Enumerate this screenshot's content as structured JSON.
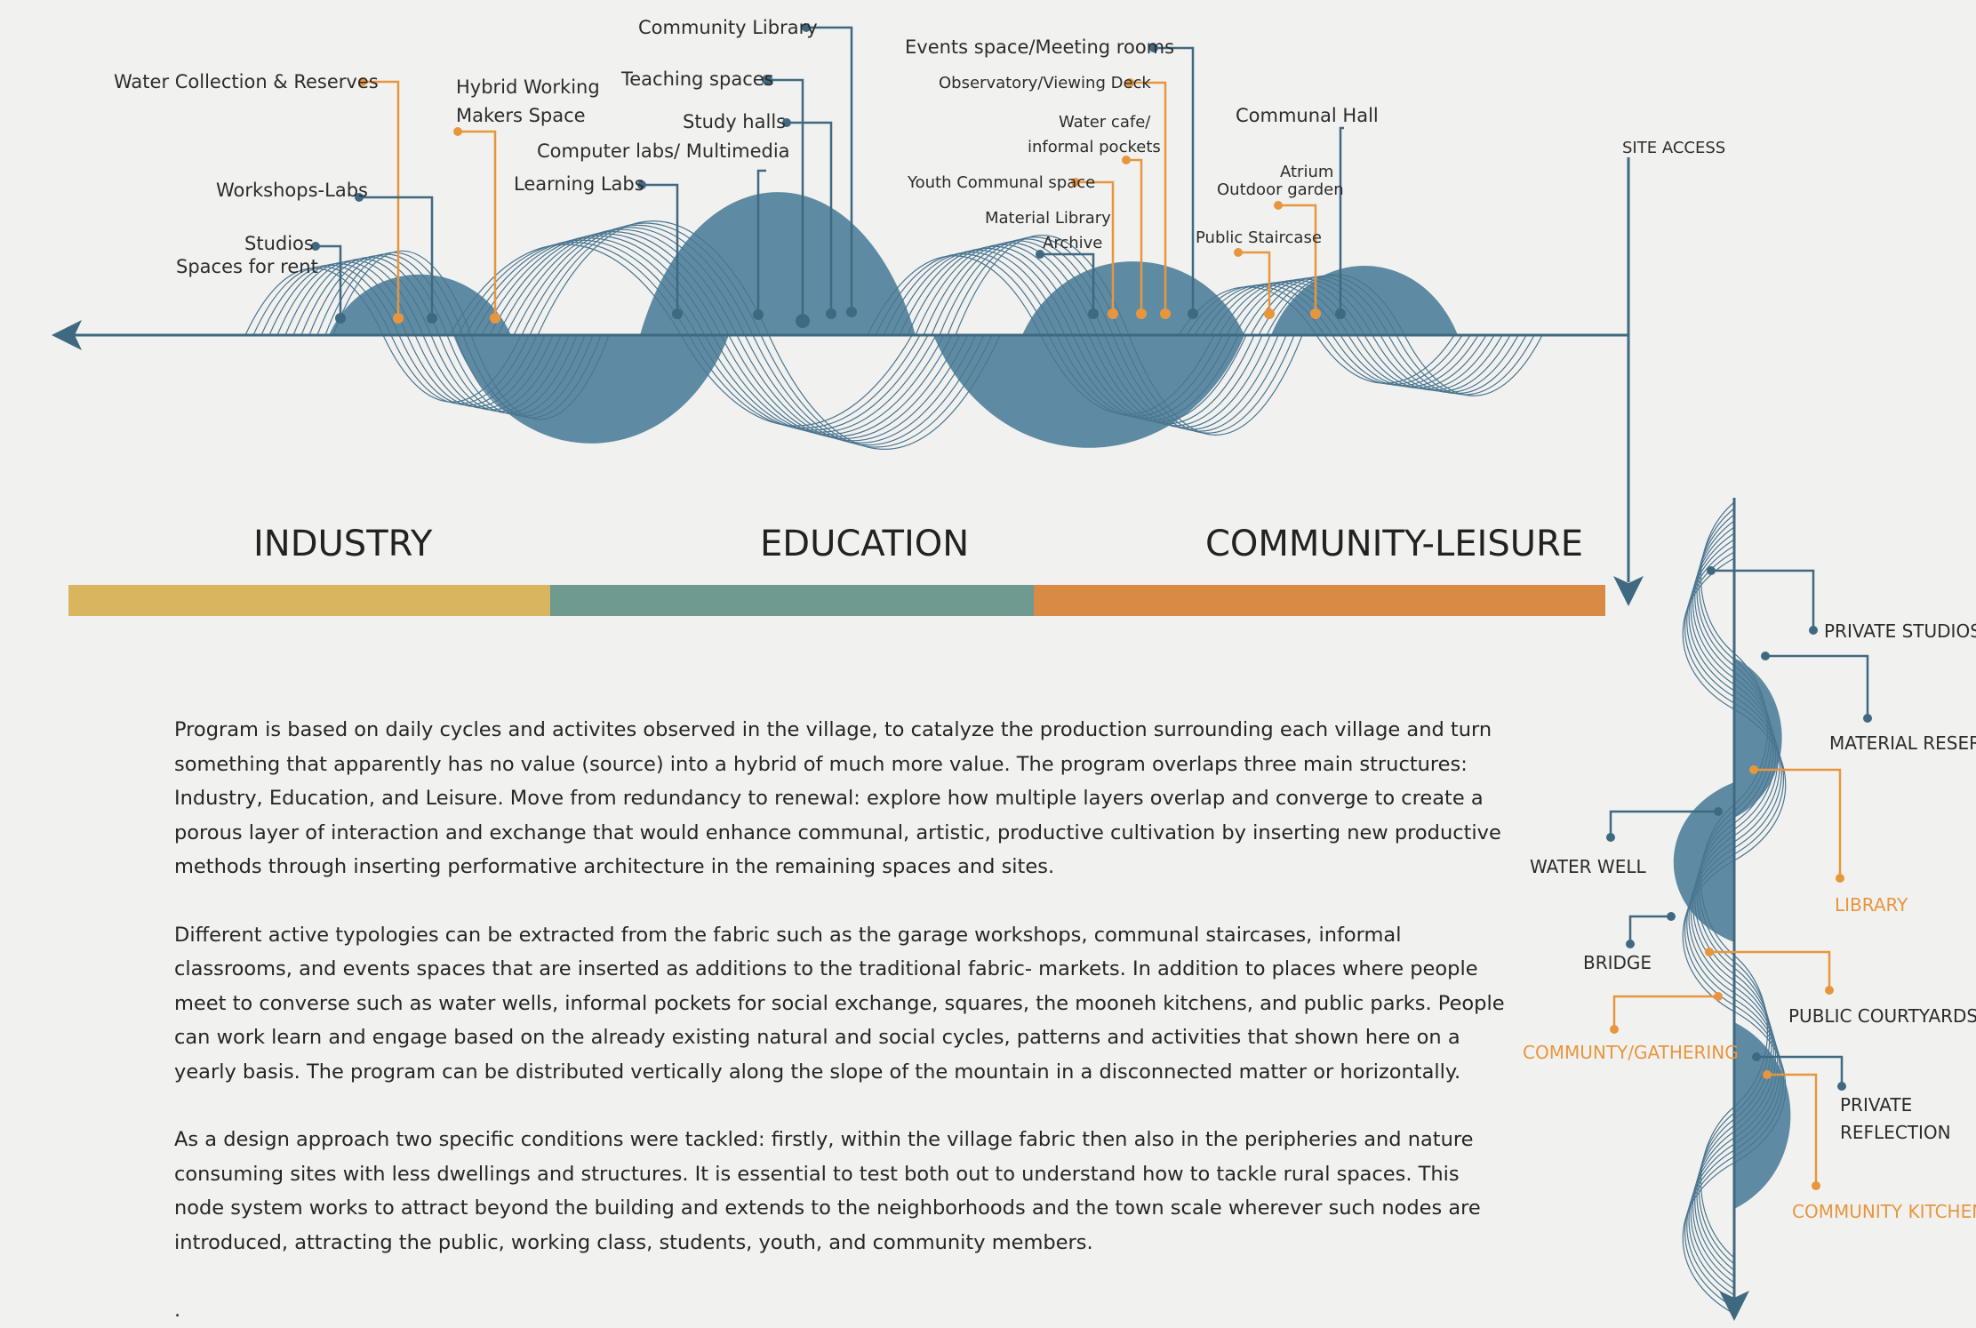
{
  "horizontal": {
    "site_access": "SITE ACCESS",
    "labels": [
      {
        "id": "water-collection",
        "text": "Water Collection & Reserves"
      },
      {
        "id": "hybrid-working-1",
        "text": "Hybrid Working"
      },
      {
        "id": "hybrid-working-2",
        "text": "Makers Space"
      },
      {
        "id": "workshops-labs",
        "text": "Workshops-Labs"
      },
      {
        "id": "studios",
        "text": "Studios"
      },
      {
        "id": "spaces-for-rent",
        "text": "Spaces for rent"
      },
      {
        "id": "community-library",
        "text": "Community Library"
      },
      {
        "id": "teaching-spaces",
        "text": "Teaching spaces"
      },
      {
        "id": "study-halls",
        "text": "Study halls"
      },
      {
        "id": "computer-labs",
        "text": "Computer labs/ Multimedia"
      },
      {
        "id": "learning-labs",
        "text": "Learning Labs"
      },
      {
        "id": "events-space",
        "text": "Events space/Meeting rooms"
      },
      {
        "id": "observatory",
        "text": "Observatory/Viewing Deck"
      },
      {
        "id": "water-cafe-1",
        "text": "Water cafe/"
      },
      {
        "id": "water-cafe-2",
        "text": "informal pockets"
      },
      {
        "id": "youth-communal",
        "text": "Youth Communal space"
      },
      {
        "id": "material-library-1",
        "text": "Material Library"
      },
      {
        "id": "material-library-2",
        "text": "Archive"
      },
      {
        "id": "communal-hall",
        "text": "Communal Hall"
      },
      {
        "id": "atrium-1",
        "text": "Atrium"
      },
      {
        "id": "atrium-2",
        "text": "Outdoor garden"
      },
      {
        "id": "public-staircase",
        "text": "Public Staircase"
      }
    ]
  },
  "sections": {
    "industry": "INDUSTRY",
    "education": "EDUCATION",
    "community": "COMMUNITY-LEISURE"
  },
  "bar_colors": {
    "industry": "#d9b55f",
    "education": "#6e9a8f",
    "community": "#d98a45"
  },
  "accent_colors": {
    "blue": "#4b7690",
    "fill": "#5e8ba3",
    "orange": "#e8963e"
  },
  "vertical": {
    "labels": [
      {
        "id": "private-studios",
        "text": "PRIVATE STUDIOS"
      },
      {
        "id": "material-reserve",
        "text": "MATERIAL RESERVE"
      },
      {
        "id": "library",
        "text": "LIBRARY"
      },
      {
        "id": "water-well",
        "text": "WATER WELL"
      },
      {
        "id": "bridge",
        "text": "BRIDGE"
      },
      {
        "id": "public-courtyards",
        "text": "PUBLIC COURTYARDS"
      },
      {
        "id": "community-gathering",
        "text": "COMMUNTY/GATHERING"
      },
      {
        "id": "private-reflection-1",
        "text": "PRIVATE"
      },
      {
        "id": "private-reflection-2",
        "text": "REFLECTION"
      },
      {
        "id": "community-kitchen",
        "text": "COMMUNITY KITCHEN"
      }
    ]
  },
  "paragraphs": [
    "Program is based on daily cycles and activites observed in the village, to catalyze the production surrounding each village and  turn something that apparently has no value (source) into a hybrid of much more value. The program overlaps three main structures: Industry, Education, and Leisure. Move from redundancy to renewal: explore how multiple layers overlap and converge to create a porous layer of interaction and exchange that would enhance communal, artistic, productive cultivation by inserting new productive methods through inserting performative architecture in the remaining spaces and sites.",
    "Different active typologies can be extracted from the fabric such as the garage workshops, communal staircases, informal classrooms, and events spaces that are inserted as additions to the traditional fabric- markets. In addition to places where people meet to converse such as water wells, informal pockets for social exchange, squares, the mooneh kitchens, and public parks. People can work learn and engage based on the already existing natural and social cycles, patterns and activities that shown here on a yearly basis. The program can be distributed vertically along the slope of the mountain in a disconnected matter or horizontally.",
    "As a design approach two specific conditions were tackled: firstly, within the village fabric then also in the peripheries and nature consuming sites with less dwellings and structures. It is essential to test both out to understand how to tackle rural spaces. This node system works to attract beyond the building and extends to the neighborhoods and the town scale wherever such nodes are introduced, attracting the public, working class, students, youth, and community members."
  ],
  "trailing_mark": "."
}
